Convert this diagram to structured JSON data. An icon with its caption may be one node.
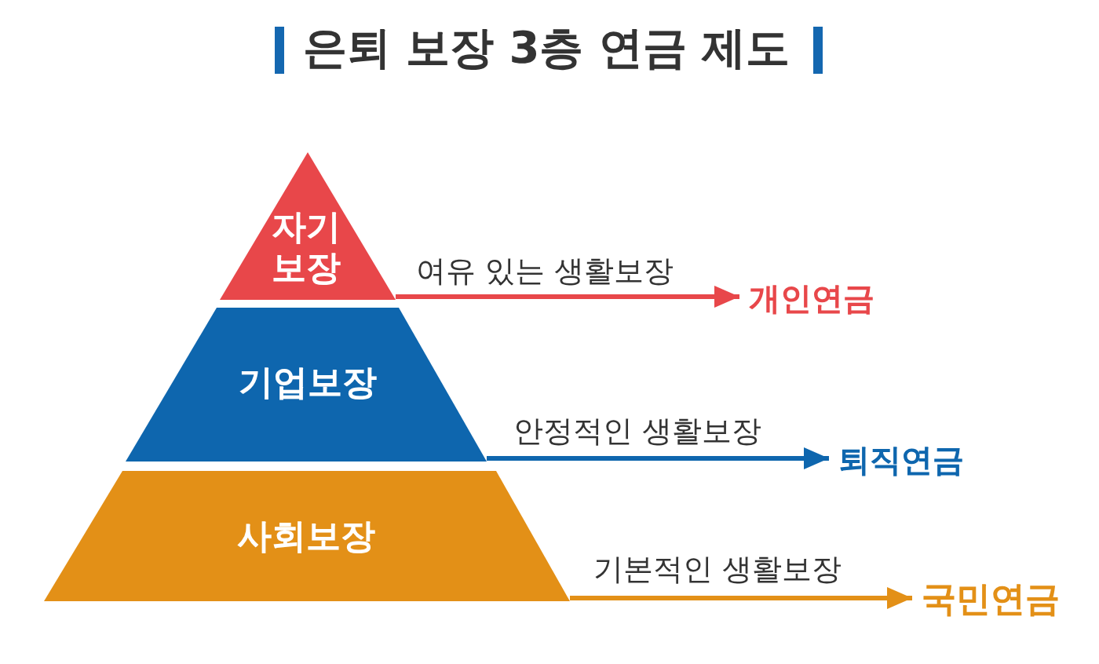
{
  "diagram": {
    "title": "은퇴 보장 3층 연금 제도",
    "nodes": [
      {
        "text": [
          "자기 보장"
        ]
      },
      {
        "text": [
          "기업보장"
        ]
      },
      {
        "text": [
          "사회보장"
        ]
      },
      {
        "text": [
          "개인연금"
        ]
      },
      {
        "text": [
          "퇴직연금"
        ]
      },
      {
        "text": [
          "국민연금"
        ]
      }
    ],
    "edges": [
      {
        "from": 0,
        "to": 3,
        "arrow": "to",
        "label": "여유 있는 생활보장",
        "color": "#e8474a"
      },
      {
        "from": 1,
        "to": 4,
        "arrow": "to",
        "label": "안정적인 생활보장",
        "color": "#0e66ae"
      },
      {
        "from": 2,
        "to": 5,
        "arrow": "to",
        "label": "기본적인 생활보장",
        "color": "#e39017"
      }
    ]
  }
}
